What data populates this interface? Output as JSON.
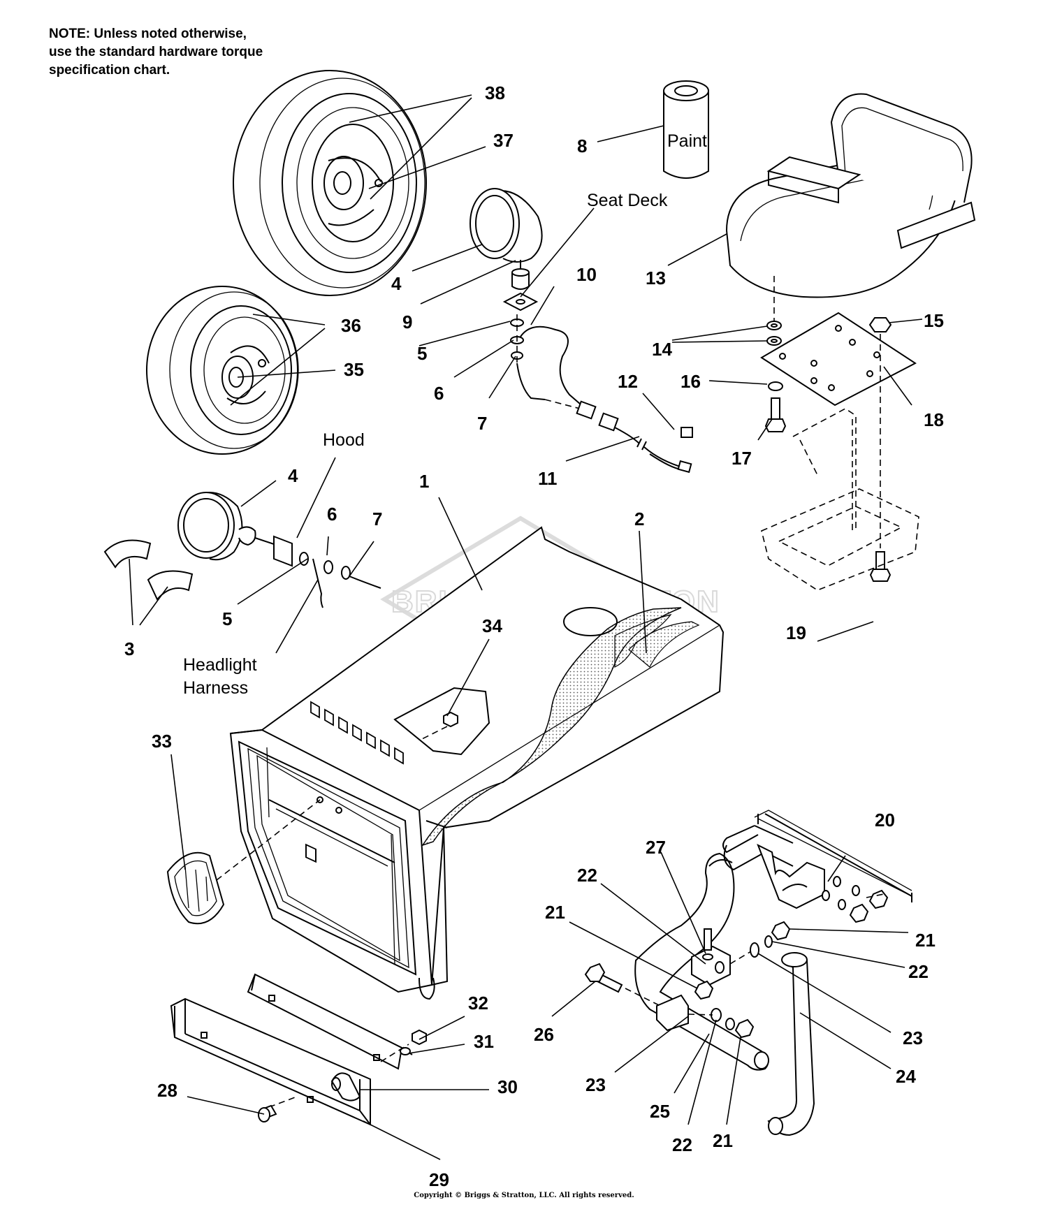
{
  "note": "NOTE: Unless noted otherwise,\nuse the standard hardware torque\nspecification chart.",
  "watermark": "BRIGGS&STRATTON",
  "copyright": "Copyright © Briggs & Stratton, LLC. All rights reserved.",
  "text_labels": {
    "seat_deck": "Seat Deck",
    "hood": "Hood",
    "headlight_harness_1": "Headlight",
    "headlight_harness_2": "Harness",
    "paint": "Paint"
  },
  "callouts": {
    "c38": "38",
    "c37": "37",
    "c8": "8",
    "c4a": "4",
    "c9": "9",
    "c10": "10",
    "c5a": "5",
    "c6a": "6",
    "c7a": "7",
    "c13": "13",
    "c36": "36",
    "c35": "35",
    "c14": "14",
    "c15": "15",
    "c16": "16",
    "c18": "18",
    "c12": "12",
    "c17": "17",
    "c11": "11",
    "c4b": "4",
    "c1": "1",
    "c2": "2",
    "c6b": "6",
    "c7b": "7",
    "c3": "3",
    "c5b": "5",
    "c34": "34",
    "c19": "19",
    "c33": "33",
    "c20": "20",
    "c27": "27",
    "c22a": "22",
    "c21a": "21",
    "c21b": "21",
    "c22b": "22",
    "c32": "32",
    "c26": "26",
    "c31": "31",
    "c23a": "23",
    "c24": "24",
    "c30": "30",
    "c23b": "23",
    "c28": "28",
    "c25": "25",
    "c22c": "22",
    "c21c": "21",
    "c29": "29"
  }
}
